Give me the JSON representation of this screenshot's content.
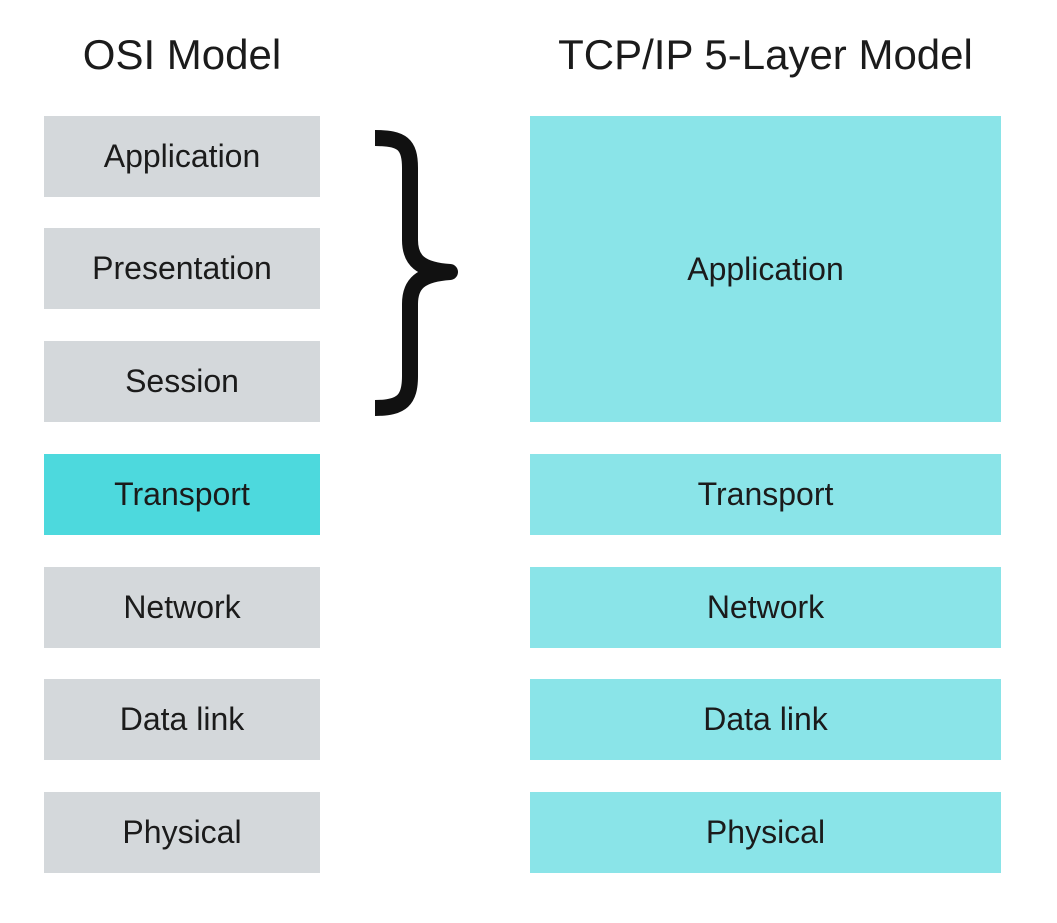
{
  "osi_model": {
    "title": "OSI Model",
    "layers": [
      {
        "label": "Application"
      },
      {
        "label": "Presentation"
      },
      {
        "label": "Session"
      },
      {
        "label": "Transport"
      },
      {
        "label": "Network"
      },
      {
        "label": "Data link"
      },
      {
        "label": "Physical"
      }
    ]
  },
  "tcpip_model": {
    "title": "TCP/IP 5-Layer Model",
    "layers": [
      {
        "label": "Application"
      },
      {
        "label": "Transport"
      },
      {
        "label": "Network"
      },
      {
        "label": "Data link"
      },
      {
        "label": "Physical"
      }
    ]
  },
  "colors": {
    "osi_layer_fill": "#d4d8db",
    "osi_highlight_fill": "#4dd9dd",
    "tcp_layer_fill": "#8ae4e8",
    "bracket": "#111111",
    "text": "#1b1b1b"
  }
}
